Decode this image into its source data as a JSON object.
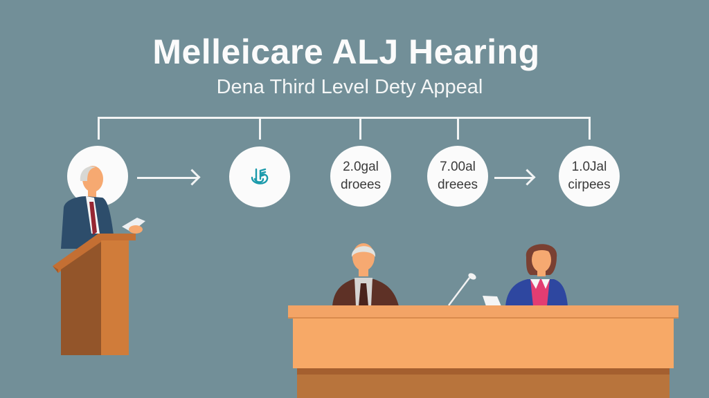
{
  "header": {
    "title": "Melleicare ALJ Hearing",
    "subtitle": "Dena Third Level Dety Appeal"
  },
  "flow": {
    "steps": [
      {
        "type": "avatar",
        "icon": "person-avatar-icon"
      },
      {
        "type": "icon",
        "icon": "hand-symbol-icon"
      },
      {
        "type": "text",
        "line1": "2.0gal",
        "line2": "droees"
      },
      {
        "type": "text",
        "line1": "7.00al",
        "line2": "dreees"
      },
      {
        "type": "text",
        "line1": "1.0Jal",
        "line2": "cirpees"
      }
    ],
    "arrows": [
      "arrow-right-icon",
      "arrow-right-icon"
    ]
  },
  "scene": {
    "speaker": "speaker-at-podium",
    "panel": [
      "judge-male",
      "judge-female"
    ]
  },
  "colors": {
    "background": "#728f98",
    "white": "#fbfbfb",
    "desk_top": "#f7a967",
    "desk_base": "#b8743c",
    "podium": "#c7763a",
    "icon_teal": "#1a9aab"
  }
}
